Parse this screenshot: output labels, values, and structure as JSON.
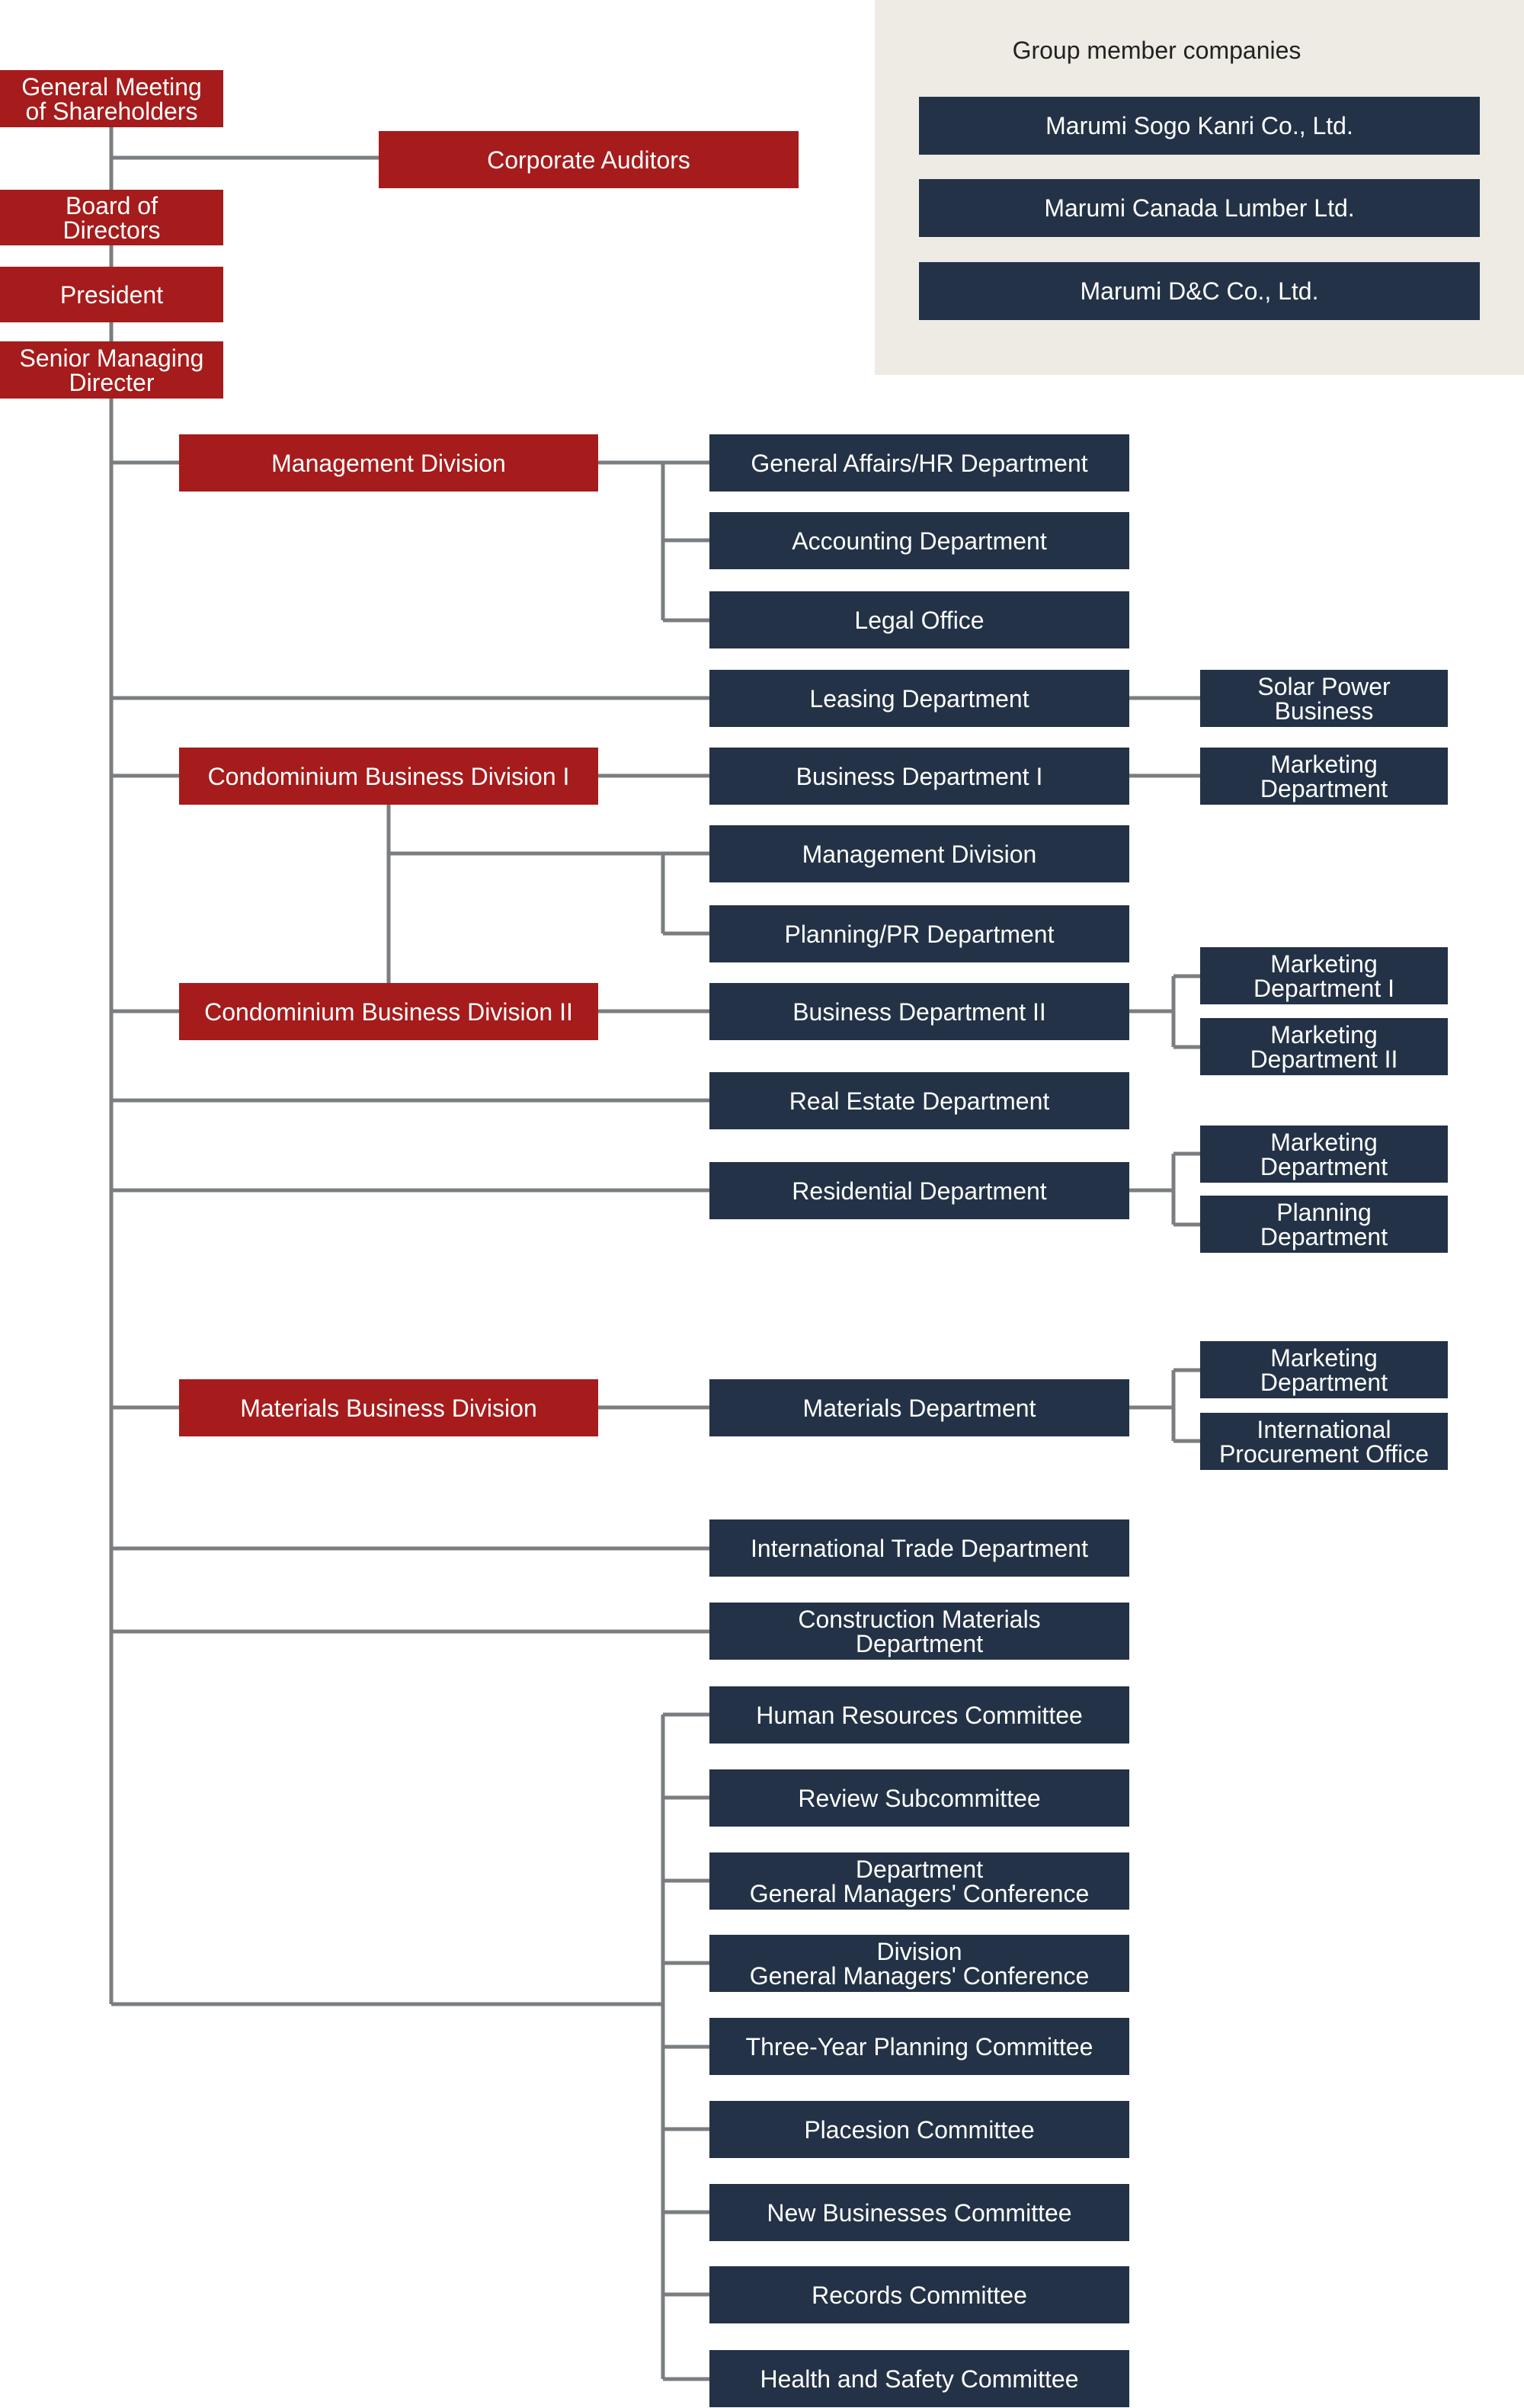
{
  "colors": {
    "executive": "#a61b1b",
    "unit": "#233246",
    "connector": "#7a7e80",
    "panel": "#eeeae4"
  },
  "group_members": {
    "title": "Group member companies",
    "companies": [
      "Marumi Sogo Kanri Co., Ltd.",
      "Marumi Canada Lumber Ltd.",
      "Marumi D&C Co., Ltd."
    ]
  },
  "executives": {
    "general_meeting": "General Meeting\nof Shareholders",
    "corporate_auditors": "Corporate Auditors",
    "board": "Board of\nDirectors",
    "president": "President",
    "senior_managing": "Senior Managing\nDirecter"
  },
  "divisions": {
    "management": "Management Division",
    "condo1": "Condominium Business Division I",
    "condo2": "Condominium Business Division II",
    "materials": "Materials Business Division"
  },
  "departments": {
    "general_affairs": "General Affairs/HR Department",
    "accounting": "Accounting Department",
    "legal": "Legal Office",
    "leasing": "Leasing Department",
    "business1": "Business Department I",
    "management_div": "Management Division",
    "planning_pr": "Planning/PR Department",
    "business2": "Business Department II",
    "real_estate": "Real Estate Department",
    "residential": "Residential Department",
    "materials": "Materials Department",
    "international_trade": "International Trade Department",
    "construction_materials": "Construction Materials\nDepartment"
  },
  "sub_units": {
    "solar": "Solar Power\nBusiness",
    "marketing_b1": "Marketing\nDepartment",
    "marketing1": "Marketing\nDepartment I",
    "marketing2": "Marketing\nDepartment II",
    "marketing_res": "Marketing\nDepartment",
    "planning_res": "Planning\nDepartment",
    "marketing_mat": "Marketing\nDepartment",
    "intl_procurement": "International\nProcurement Office"
  },
  "committees": [
    "Human Resources Committee",
    "Review Subcommittee",
    "Department\nGeneral Managers' Conference",
    "Division\nGeneral Managers' Conference",
    "Three-Year Planning Committee",
    "Placesion Committee",
    "New Businesses Committee",
    "Records Committee",
    "Health and Safety Committee"
  ]
}
